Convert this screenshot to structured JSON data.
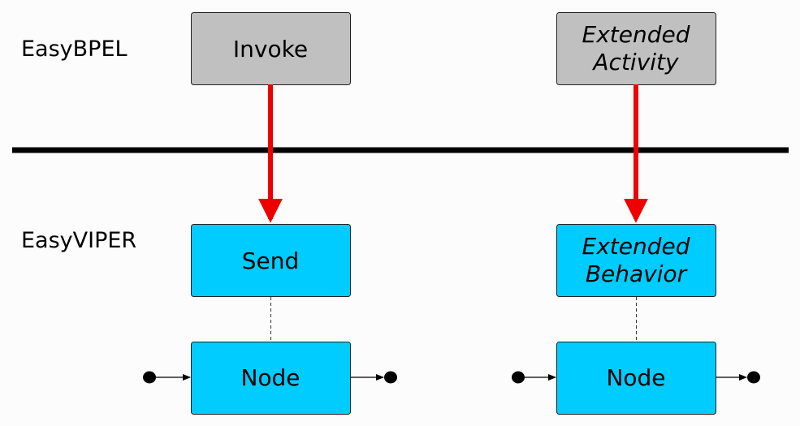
{
  "layers": {
    "top": "EasyBPEL",
    "bottom": "EasyVIPER"
  },
  "bpel": {
    "invoke": "Invoke",
    "extended_activity": [
      "Extended",
      "Activity"
    ]
  },
  "viper": {
    "send": "Send",
    "extended_behavior": [
      "Extended",
      "Behavior"
    ],
    "node_left": "Node",
    "node_right": "Node"
  },
  "colors": {
    "bpel_box": "#c0c0c0",
    "viper_box": "#00ccff",
    "mapping_arrow": "#ee0000",
    "separator": "#000000"
  }
}
